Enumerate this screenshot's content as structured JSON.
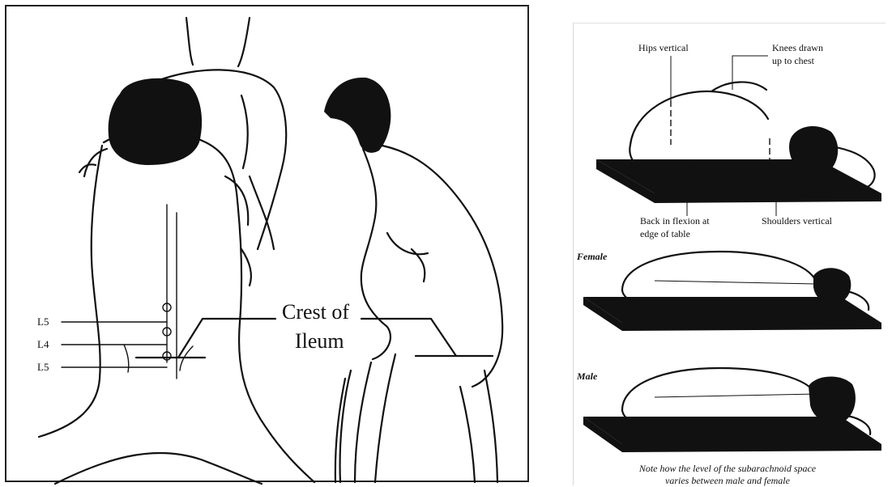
{
  "left_figure": {
    "vertebra_labels": [
      "L5",
      "L4",
      "L5"
    ],
    "crest_label_line1": "Crest of",
    "crest_label_line2": "Ileum"
  },
  "right_figure": {
    "annotations": {
      "hips": "Hips vertical",
      "knees_line1": "Knees drawn",
      "knees_line2": "up to chest",
      "back_line1": "Back in flexion at",
      "back_line2": "edge of table",
      "shoulders": "Shoulders vertical"
    },
    "panel_labels": {
      "female": "Female",
      "male": "Male"
    },
    "caption_line1": "Note how the level of the subarachnoid space",
    "caption_line2": "varies between male and female"
  }
}
